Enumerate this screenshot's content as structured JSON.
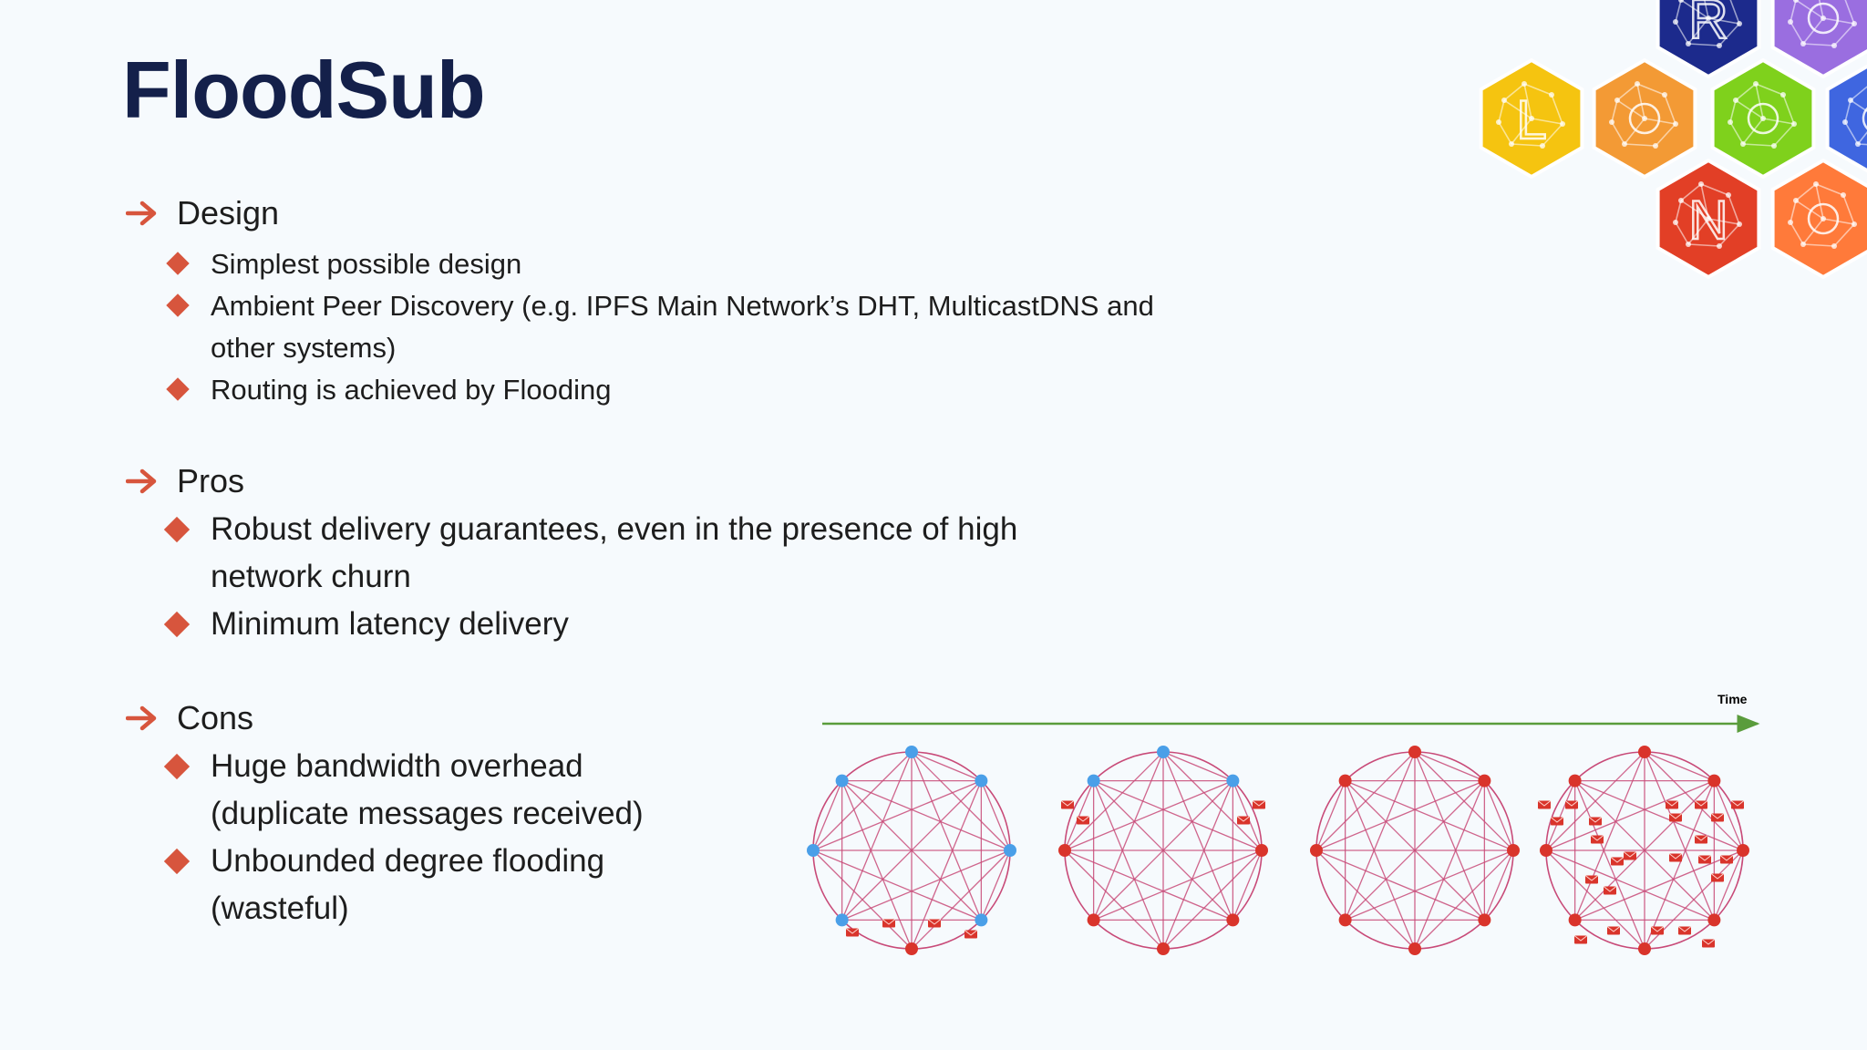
{
  "title": "FloodSub",
  "sections": [
    {
      "label": "Design",
      "items": [
        [
          "Simplest possible design"
        ],
        [
          "Ambient Peer Discovery (e.g. IPFS Main Network’s DHT, MulticastDNS and",
          "other systems)"
        ],
        [
          "Routing is achieved by Flooding"
        ]
      ]
    },
    {
      "label": "Pros",
      "items": [
        [
          "Robust delivery guarantees, even in the presence of high",
          "network churn"
        ],
        [
          "Minimum latency delivery"
        ]
      ]
    },
    {
      "label": "Cons",
      "items": [
        [
          "Huge bandwidth overhead",
          "(duplicate messages received)"
        ],
        [
          "Unbounded degree flooding",
          "(wasteful)"
        ]
      ]
    }
  ],
  "diagram": {
    "time_label": "Time",
    "colors": {
      "uninformed_node": "#4a9fe8",
      "informed_node": "#d9342b",
      "link": "#c84a78",
      "timeline": "#5a9c3c",
      "message": "#d9342b"
    },
    "stages": [
      {
        "informed_nodes": 1
      },
      {
        "informed_nodes": 5
      },
      {
        "informed_nodes": 8
      },
      {
        "informed_nodes": 8
      }
    ]
  },
  "logo": {
    "hexagons": [
      {
        "color": "#1c2a8c",
        "glyph": "R"
      },
      {
        "color": "#9a6ee0",
        "glyph": "cube-icon"
      },
      {
        "color": "#f5c410",
        "glyph": "L"
      },
      {
        "color": "#f39a35",
        "glyph": "bulb-icon"
      },
      {
        "color": "#7fd11c",
        "glyph": "network-icon"
      },
      {
        "color": "#3f66e0",
        "glyph": "bracket-icon"
      },
      {
        "color": "#e23f26",
        "glyph": "N"
      },
      {
        "color": "#ff7a3a",
        "glyph": "network-icon"
      }
    ]
  },
  "accent_color": "#d7553d",
  "title_color": "#14204a"
}
